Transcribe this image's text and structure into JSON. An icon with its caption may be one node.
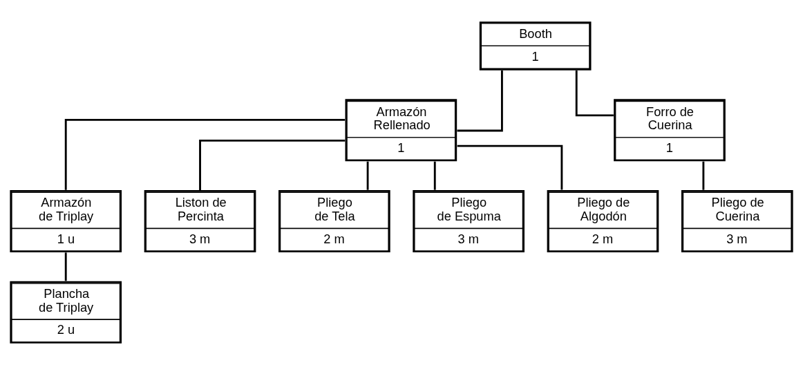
{
  "diagram": {
    "nodes": [
      {
        "text": [
          "Booth",
          "1"
        ]
      },
      {
        "text": [
          "Armazón Rellenado",
          "1"
        ]
      },
      {
        "text": [
          "Forro de Cuerina",
          "1"
        ]
      },
      {
        "text": [
          "Armazón de Triplay",
          "1 u"
        ]
      },
      {
        "text": [
          "Liston de Percinta",
          "3 m"
        ]
      },
      {
        "text": [
          "Pliego de Tela",
          "2 m"
        ]
      },
      {
        "text": [
          "Pliego de Espuma",
          "3 m"
        ]
      },
      {
        "text": [
          "Pliego de Algodón",
          "2 m"
        ]
      },
      {
        "text": [
          "Pliego de Cuerina",
          "3 m"
        ]
      },
      {
        "text": [
          "Plancha de Triplay",
          "2 u"
        ]
      }
    ],
    "edges": [
      {
        "from": 0,
        "to": 1,
        "arrow": "none"
      },
      {
        "from": 0,
        "to": 2,
        "arrow": "none"
      },
      {
        "from": 1,
        "to": 3,
        "arrow": "none"
      },
      {
        "from": 1,
        "to": 4,
        "arrow": "none"
      },
      {
        "from": 1,
        "to": 5,
        "arrow": "none"
      },
      {
        "from": 1,
        "to": 6,
        "arrow": "none"
      },
      {
        "from": 1,
        "to": 7,
        "arrow": "none"
      },
      {
        "from": 2,
        "to": 8,
        "arrow": "none"
      },
      {
        "from": 3,
        "to": 9,
        "arrow": "none"
      }
    ]
  }
}
